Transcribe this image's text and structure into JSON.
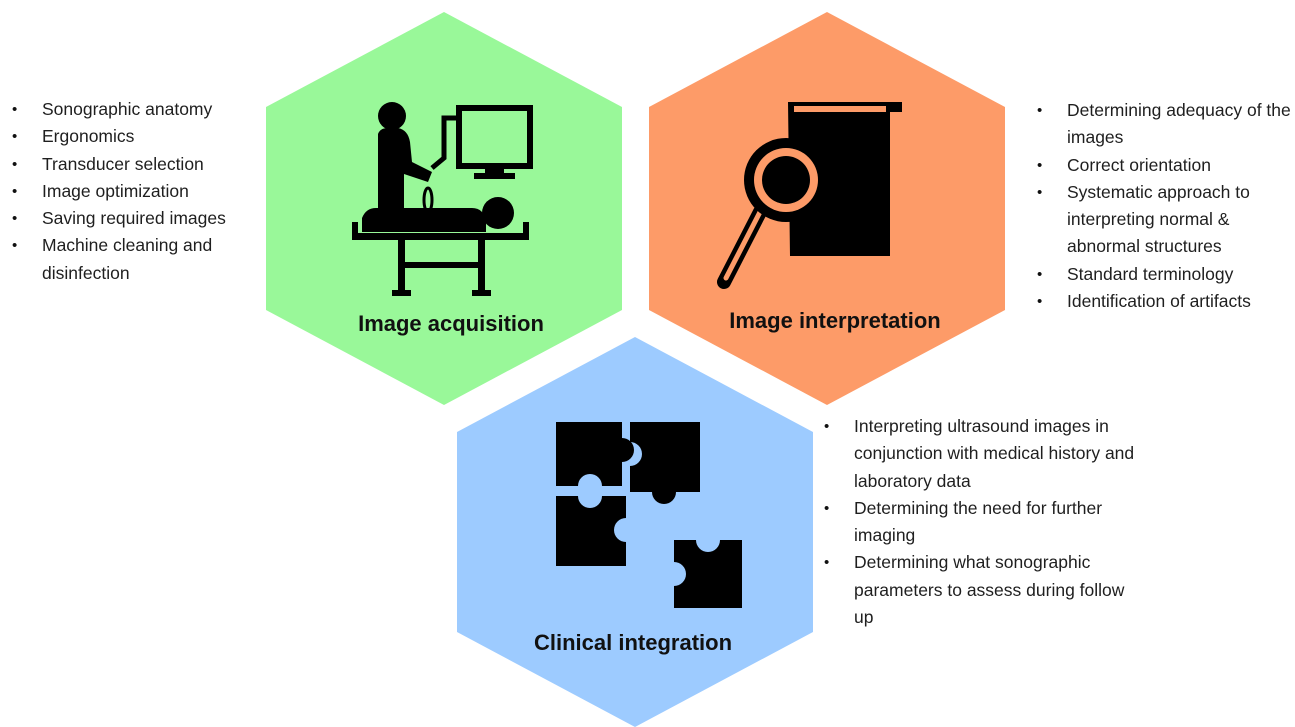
{
  "hexagons": [
    {
      "title": "Image acquisition",
      "color": "#99f899",
      "icon": "ultrasound-exam-icon",
      "bullets": [
        "Sonographic anatomy",
        "Ergonomics",
        "Transducer selection",
        "Image optimization",
        "Saving required images",
        "Machine cleaning and disinfection"
      ]
    },
    {
      "title": "Image interpretation",
      "color": "#fd9b68",
      "icon": "book-magnifier-icon",
      "bullets": [
        "Determining adequacy of the images",
        "Correct orientation",
        "Systematic approach to interpreting normal & abnormal structures",
        "Standard terminology",
        "Identification of artifacts"
      ]
    },
    {
      "title": "Clinical integration",
      "color": "#9dcbff",
      "icon": "puzzle-pieces-icon",
      "bullets": [
        "Interpreting ultrasound images in conjunction with medical history and laboratory data",
        "Determining the need for further imaging",
        "Determining what sonographic parameters to assess during follow up"
      ]
    }
  ]
}
